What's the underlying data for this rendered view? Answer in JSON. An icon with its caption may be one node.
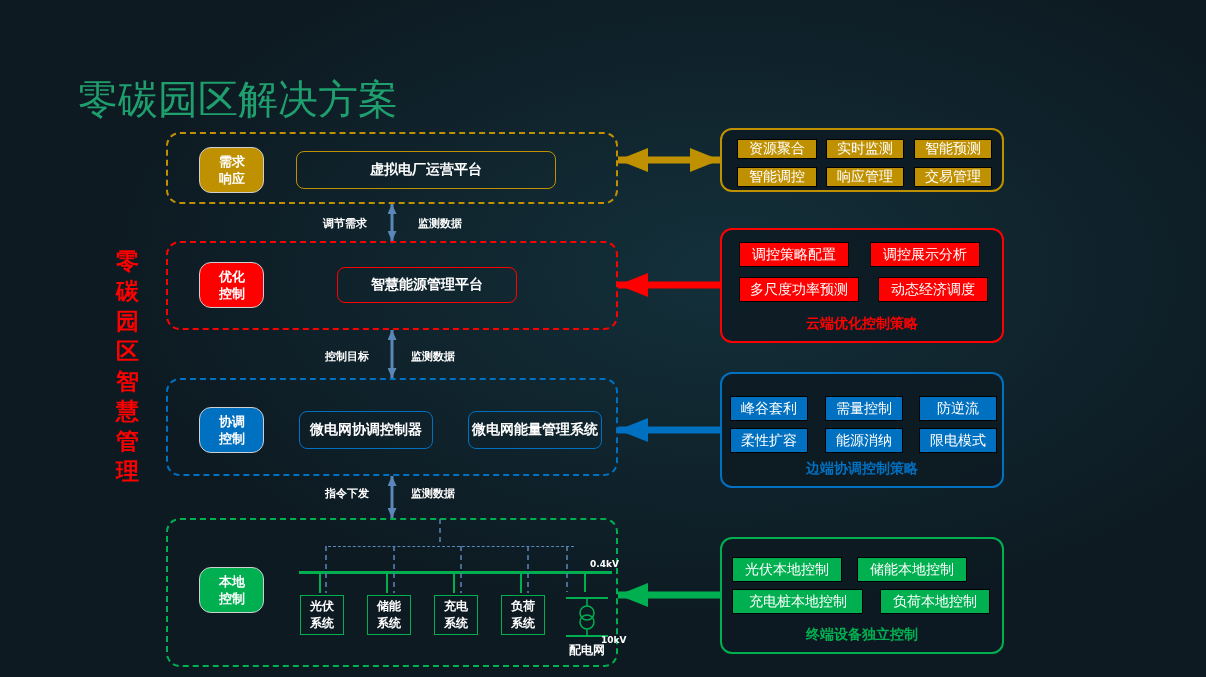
{
  "diagram": {
    "title": "零碳园区解决方案",
    "nodes": [
      {
        "text": [],
        "shape": "box"
      },
      {
        "text": [
          "需求响应"
        ],
        "in": 0
      },
      {
        "text": [
          "虚拟电厂运营平台"
        ],
        "in": 0
      },
      {
        "text": [],
        "shape": "box"
      },
      {
        "text": [
          "优化控制"
        ],
        "in": 3
      },
      {
        "text": [
          "智慧能源管理平台"
        ],
        "in": 3
      },
      {
        "text": [],
        "shape": "box"
      },
      {
        "text": [
          "协调控制"
        ],
        "in": 6
      },
      {
        "text": [
          "微电网协调控制器"
        ],
        "in": 6
      },
      {
        "text": [
          "微电网能量管理系统"
        ],
        "in": 6
      },
      {
        "text": [],
        "shape": "box"
      },
      {
        "text": [
          "本地控制"
        ],
        "in": 10
      },
      {
        "text": [],
        "shape": "bar",
        "in": 10,
        "beside": [
          "0.4kV"
        ]
      },
      {
        "text": [
          "光伏系统"
        ],
        "in": 10
      },
      {
        "text": [
          "储能系统"
        ],
        "in": 10
      },
      {
        "text": [
          "充电系统"
        ],
        "in": 10
      },
      {
        "text": [
          "负荷系统"
        ],
        "in": 10
      },
      {
        "text": [
          "配电网"
        ],
        "in": 10,
        "beside": [
          "10kV"
        ]
      },
      {
        "text": [],
        "shape": "box"
      },
      {
        "text": [
          "资源聚合"
        ],
        "in": 18
      },
      {
        "text": [
          "实时监测"
        ],
        "in": 18
      },
      {
        "text": [
          "智能预测"
        ],
        "in": 18
      },
      {
        "text": [
          "智能调控"
        ],
        "in": 18
      },
      {
        "text": [
          "响应管理"
        ],
        "in": 18
      },
      {
        "text": [
          "交易管理"
        ],
        "in": 18
      },
      {
        "text": [
          "云端优化控制策略"
        ]
      },
      {
        "text": [
          "调控策略配置"
        ],
        "in": 25
      },
      {
        "text": [
          "调控展示分析"
        ],
        "in": 25
      },
      {
        "text": [
          "多尺度功率预测"
        ],
        "in": 25
      },
      {
        "text": [
          "动态经济调度"
        ],
        "in": 25
      },
      {
        "text": [
          "边端协调控制策略"
        ]
      },
      {
        "text": [
          "峰谷套利"
        ],
        "in": 30
      },
      {
        "text": [
          "需量控制"
        ],
        "in": 30
      },
      {
        "text": [
          "防逆流"
        ],
        "in": 30
      },
      {
        "text": [
          "柔性扩容"
        ],
        "in": 30
      },
      {
        "text": [
          "能源消纳"
        ],
        "in": 30
      },
      {
        "text": [
          "限电模式"
        ],
        "in": 30
      },
      {
        "text": [
          "终端设备独立控制"
        ]
      },
      {
        "text": [
          "光伏本地控制"
        ],
        "in": 37
      },
      {
        "text": [
          "储能本地控制"
        ],
        "in": 37
      },
      {
        "text": [
          "充电桩本地控制"
        ],
        "in": 37
      },
      {
        "text": [
          "负荷本地控制"
        ],
        "in": 37
      },
      {
        "text": [],
        "shape": "bar",
        "in": 10
      }
    ],
    "edges": [
      {
        "from": 0,
        "to": 18,
        "arrow": "both",
        "style": "thick",
        "color": "#bf9000"
      },
      {
        "from": 25,
        "to": 3,
        "arrow": "to",
        "style": "thick",
        "color": "#ff0000"
      },
      {
        "from": 30,
        "to": 6,
        "arrow": "to",
        "style": "thick",
        "color": "#0070c0"
      },
      {
        "from": 37,
        "to": 10,
        "arrow": "to",
        "style": "thick",
        "color": "#00b050"
      },
      {
        "from": 0,
        "to": 3,
        "arrow": "both",
        "color": "#5b86b8"
      },
      {
        "from": 3,
        "to": 6,
        "arrow": "both",
        "color": "#5b86b8"
      },
      {
        "from": 6,
        "to": 10,
        "arrow": "both",
        "color": "#5b86b8"
      },
      {
        "from": 12,
        "to": 13,
        "arrow": "none",
        "color": "#00b050"
      },
      {
        "from": 12,
        "to": 14,
        "arrow": "none",
        "color": "#00b050"
      },
      {
        "from": 12,
        "to": 15,
        "arrow": "none",
        "color": "#00b050"
      },
      {
        "from": 12,
        "to": 16,
        "arrow": "none",
        "color": "#00b050"
      },
      {
        "from": 12,
        "to": 17,
        "arrow": "none",
        "color": "#00b050"
      },
      {
        "from": 42,
        "to": 13,
        "arrow": "none",
        "style": "dashed",
        "color": "#5b86b8"
      },
      {
        "from": 42,
        "to": 14,
        "arrow": "none",
        "style": "dashed",
        "color": "#5b86b8"
      },
      {
        "from": 42,
        "to": 15,
        "arrow": "none",
        "style": "dashed",
        "color": "#5b86b8"
      },
      {
        "from": 42,
        "to": 16,
        "arrow": "none",
        "style": "dashed",
        "color": "#5b86b8"
      },
      {
        "from": 42,
        "to": 17,
        "arrow": "none",
        "style": "dashed",
        "color": "#5b86b8"
      },
      {
        "from": null,
        "to": 42,
        "arrow": "none",
        "style": "dashed",
        "color": "#5b86b8"
      }
    ],
    "labels": [
      "零碳园区智慧管理",
      "调节需求",
      "监测数据",
      "控制目标",
      "监测数据",
      "指令下发",
      "监测数据"
    ]
  }
}
